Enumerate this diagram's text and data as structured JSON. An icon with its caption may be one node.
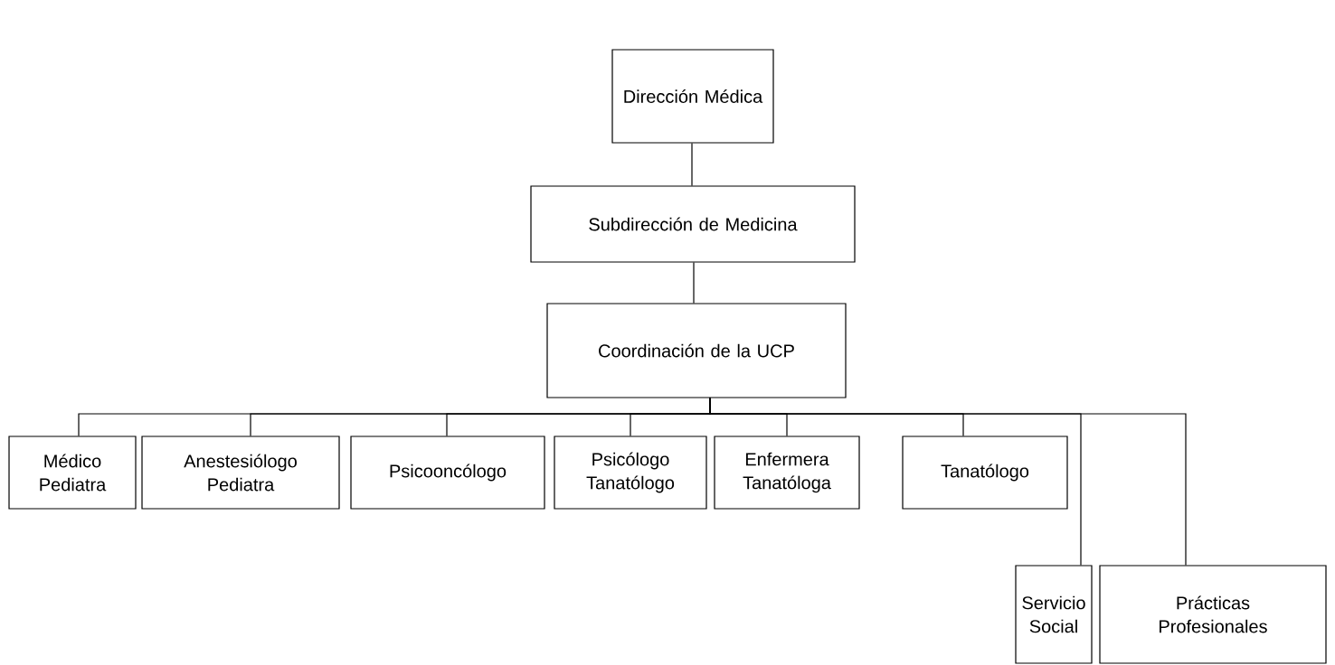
{
  "diagram": {
    "nodes": [
      {
        "text": [
          "Dirección Médica"
        ]
      },
      {
        "text": [
          "Subdirección de Medicina"
        ]
      },
      {
        "text": [
          "Coordinación de la UCP"
        ]
      },
      {
        "text": [
          "Médico Pediatra"
        ]
      },
      {
        "text": [
          "Anestesiólogo Pediatra"
        ]
      },
      {
        "text": [
          "Psicooncólogo"
        ]
      },
      {
        "text": [
          "Psicólogo Tanatólogo"
        ]
      },
      {
        "text": [
          "Enfermera Tanatóloga"
        ]
      },
      {
        "text": [
          "Tanatólogo"
        ]
      },
      {
        "text": [
          "Servicio Social"
        ]
      },
      {
        "text": [
          "Prácticas Profesionales"
        ]
      }
    ],
    "edges": [
      {
        "from": 0,
        "to": 1,
        "arrow": "none"
      },
      {
        "from": 1,
        "to": 2,
        "arrow": "none"
      },
      {
        "from": 2,
        "to": 3,
        "arrow": "none"
      },
      {
        "from": 2,
        "to": 4,
        "arrow": "none"
      },
      {
        "from": 2,
        "to": 5,
        "arrow": "none"
      },
      {
        "from": 2,
        "to": 6,
        "arrow": "none"
      },
      {
        "from": 2,
        "to": 7,
        "arrow": "none"
      },
      {
        "from": 2,
        "to": 8,
        "arrow": "none"
      },
      {
        "from": 2,
        "to": 9,
        "arrow": "none"
      },
      {
        "from": 2,
        "to": 10,
        "arrow": "none"
      }
    ]
  }
}
